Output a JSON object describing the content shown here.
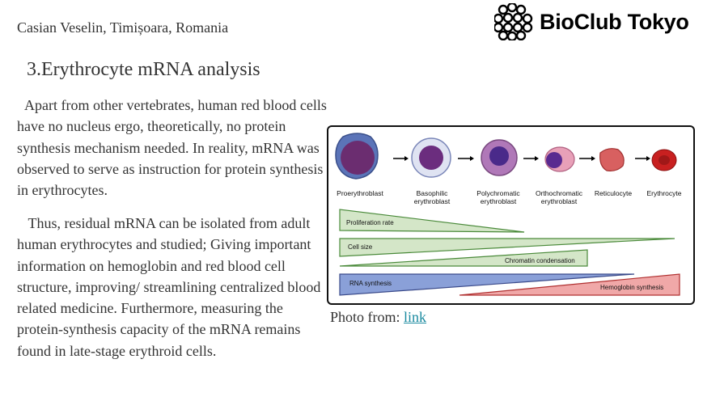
{
  "header": {
    "author": "Casian Veselin, Timișoara, Romania",
    "logo_text": "BioClub Tokyo"
  },
  "section": {
    "title": "3.Erythrocyte mRNA analysis",
    "paragraphs": [
      "Apart from other vertebrates, human red blood cells have no nucleus ergo, theoretically, no protein synthesis mechanism needed. In reality, mRNA was observed to serve as instruction for protein synthesis in erythrocytes.",
      "Thus, residual mRNA can be isolated from adult human erythrocytes and studied; Giving important information on hemoglobin and red blood cell structure, improving/ streamlining centralized blood related medicine. Furthermore, measuring the protein-synthesis capacity of the mRNA remains found in late-stage erythroid cells."
    ]
  },
  "figure": {
    "stages": [
      {
        "line1": "Proerythroblast",
        "line2": ""
      },
      {
        "line1": "Basophilic",
        "line2": "erythroblast"
      },
      {
        "line1": "Polychromatic",
        "line2": "erythroblast"
      },
      {
        "line1": "Orthochromatic",
        "line2": "erythroblast"
      },
      {
        "line1": "Reticulocyte",
        "line2": ""
      },
      {
        "line1": "Erythrocyte",
        "line2": ""
      }
    ],
    "bars": {
      "proliferation": "Proliferation rate",
      "cell_size": "Cell size",
      "chromatin": "Chromatin condensation",
      "rna": "RNA synthesis",
      "hemoglobin": "Hemoglobin synthesis"
    },
    "colors": {
      "green_fill": "#d4e6c8",
      "green_stroke": "#4a8a3a",
      "blue_fill": "#8aa0d8",
      "red_fill": "#f0a8a8"
    }
  },
  "caption": {
    "prefix": "Photo from: ",
    "link_text": "link"
  }
}
